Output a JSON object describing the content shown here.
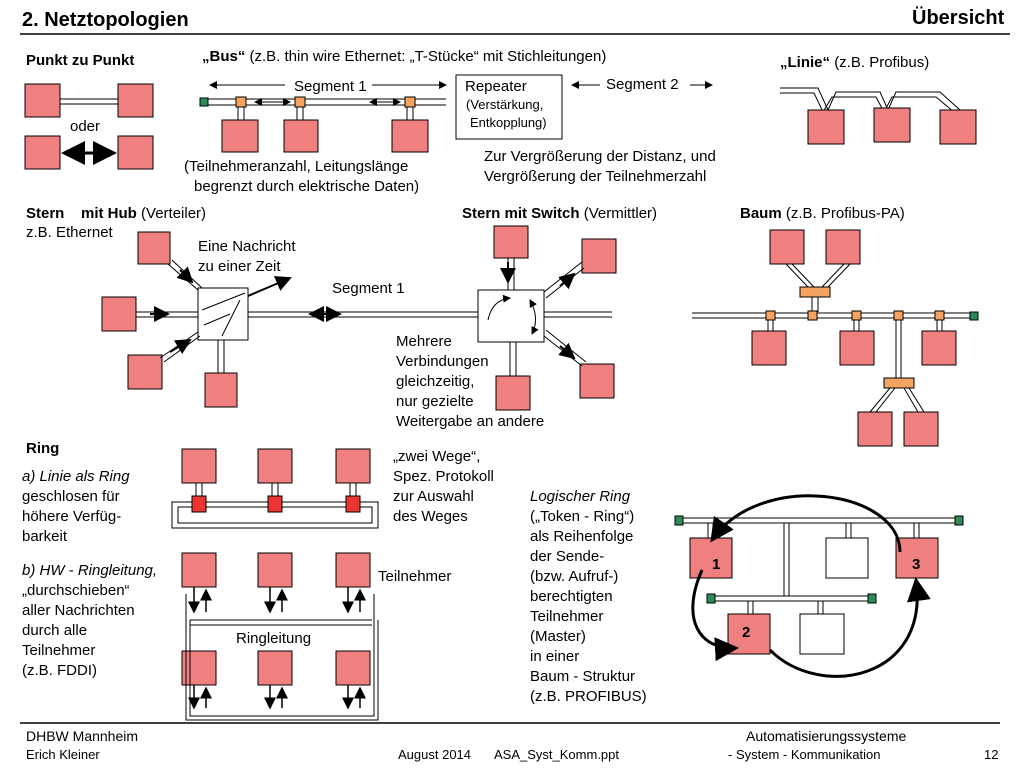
{
  "header": {
    "title": "2. Netztopologien",
    "right": "Übersicht"
  },
  "p2p": {
    "title": "Punkt zu Punkt",
    "oder": "oder"
  },
  "bus": {
    "title_bold": "„Bus“",
    "title_rest": "(z.B. thin wire Ethernet: „T-Stücke“ mit Stichleitungen)",
    "segment1": "Segment 1",
    "segment2": "Segment 2",
    "repeater": "Repeater",
    "repeater_sub1": "(Verstärkung,",
    "repeater_sub2": "Entkopplung)",
    "note1": "(Teilnehmeranzahl, Leitungslänge",
    "note2": "begrenzt durch elektrische Daten)",
    "distance1": "Zur Vergrößerung der Distanz, und",
    "distance2": "Vergrößerung der Teilnehmerzahl"
  },
  "linie": {
    "title_bold": "„Linie“",
    "title_rest": "(z.B. Profibus)"
  },
  "stern_hub": {
    "title_bold1": "Stern",
    "title_bold2": "mit Hub",
    "title_rest": "(Verteiler)",
    "example": "z.B. Ethernet",
    "msg1": "Eine Nachricht",
    "msg2": "zu einer Zeit",
    "segment": "Segment 1"
  },
  "stern_switch": {
    "title_bold": "Stern mit Switch",
    "title_rest": "(Vermittler)",
    "lines": [
      "Mehrere",
      "Verbindungen",
      "gleichzeitig,",
      "nur gezielte",
      "Weitergabe an andere"
    ]
  },
  "baum": {
    "title_bold": "Baum",
    "title_rest": "(z.B. Profibus-PA)"
  },
  "ring": {
    "title": "Ring",
    "a_italic": "a) Linie als Ring",
    "a_lines": [
      "geschlosen für",
      "höhere Verfüg-",
      "barkeit"
    ],
    "zwei": [
      "„zwei Wege“,",
      "Spez. Protokoll",
      "zur Auswahl",
      "des Weges"
    ],
    "b_italic": "b) HW - Ringleitung,",
    "b_lines": [
      "„durchschieben“",
      "aller Nachrichten",
      "durch alle",
      "Teilnehmer",
      "(z.B. FDDI)"
    ],
    "teilnehmer": "Teilnehmer",
    "ringleitung": "Ringleitung"
  },
  "logischer_ring": {
    "title": "Logischer Ring",
    "lines": [
      "(„Token - Ring“)",
      "als Reihenfolge",
      "der Sende-",
      "(bzw. Aufruf-)",
      "berechtigten",
      "Teilnehmer",
      "(Master)",
      "in einer",
      "Baum - Struktur",
      "(z.B. PROFIBUS)"
    ],
    "node1": "1",
    "node2": "2",
    "node3": "3"
  },
  "footer": {
    "org": "DHBW  Mannheim",
    "author": "Erich Kleiner",
    "date": "August 2014",
    "file": "ASA_Syst_Komm.ppt",
    "course1": "Automatisierungssysteme",
    "course2": "- System - Kommunikation",
    "page": "12"
  },
  "colors": {
    "node": "#f08080",
    "tap": "#f4a460",
    "term": "#2e8b57",
    "red": "#e33"
  }
}
